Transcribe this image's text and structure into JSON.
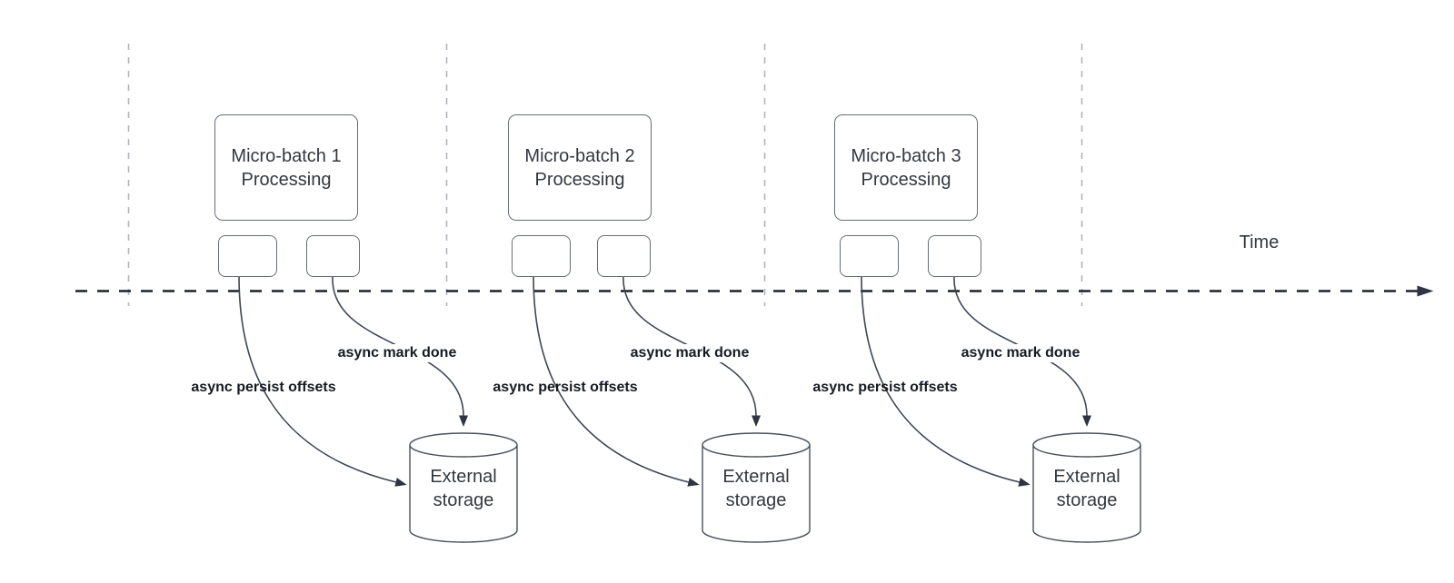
{
  "colors": {
    "background": "#ffffff",
    "box_border": "#666d79",
    "connector_line": "#3f4653",
    "arrowhead": "#2e3440",
    "timeline_line": "#1d2129",
    "guide_dash": "#b1b4ba",
    "text": "#33383f",
    "label_text": "#161b22"
  },
  "timeline": {
    "label": "Time"
  },
  "sections": [
    {
      "processing_line1": "Micro-batch 1",
      "processing_line2": "Processing",
      "persist_label": "async persist offsets",
      "done_label": "async mark done",
      "storage_line1": "External",
      "storage_line2": "storage"
    },
    {
      "processing_line1": "Micro-batch 2",
      "processing_line2": "Processing",
      "persist_label": "async persist offsets",
      "done_label": "async mark done",
      "storage_line1": "External",
      "storage_line2": "storage"
    },
    {
      "processing_line1": "Micro-batch 3",
      "processing_line2": "Processing",
      "persist_label": "async persist offsets",
      "done_label": "async mark done",
      "storage_line1": "External",
      "storage_line2": "storage"
    }
  ]
}
